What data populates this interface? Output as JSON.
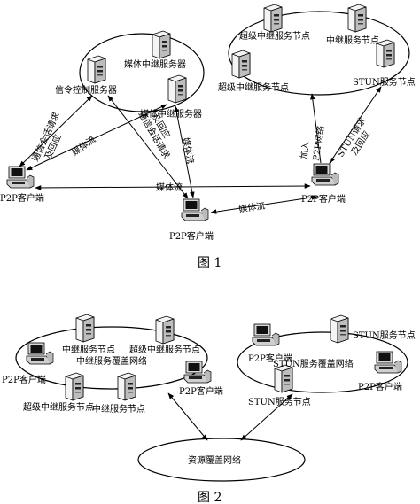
{
  "figure1": {
    "caption": "图 1",
    "labels": {
      "media_relay_server_1": "媒体中继服务器",
      "signaling_server": "信令控制服务器",
      "media_relay_server_2": "媒体中继服务器",
      "super_relay_node_1": "超级中继服务节点",
      "relay_service_node": "中继服务节点",
      "super_relay_node_2": "超级中继服务节点",
      "stun_node": "STUN服务节点",
      "client_left": "P2P客户端",
      "client_center": "P2P客户端",
      "client_right": "P2P客户端",
      "edge_comm_session_left_1": "通信会话请求",
      "edge_comm_session_left_2": "及回应",
      "edge_media_flow_left": "媒体流",
      "edge_comm_session_center_1": "通信会话请求",
      "edge_comm_session_center_2": "及回应",
      "edge_media_flow_center": "媒体流",
      "edge_media_flow_bottom_left": "媒体流",
      "edge_media_flow_bottom_right": "媒体流",
      "edge_join_p2p_1": "加入",
      "edge_join_p2p_2": "P2P网络",
      "edge_stun_1": "STUN请求",
      "edge_stun_2": "及回应"
    }
  },
  "figure2": {
    "caption": "图 2",
    "labels": {
      "relay_node_a": "中继服务节点",
      "super_relay_node_a": "超级中继服务节点",
      "relay_overlay": "中继服务覆盖网络",
      "client_a1": "P2P客户端",
      "client_a2": "P2P客户端",
      "super_relay_node_b": "超级中继服务节点",
      "relay_node_b": "中继服务节点",
      "client_b1": "P2P客户端",
      "stun_node_a": "STUN服务节点",
      "stun_overlay": "STUN服务覆盖网络",
      "client_b2": "P2P客户端",
      "stun_node_b": "STUN服务节点",
      "resource_overlay": "资源覆盖网络"
    }
  },
  "icons": [
    "server-icon",
    "computer-icon"
  ]
}
